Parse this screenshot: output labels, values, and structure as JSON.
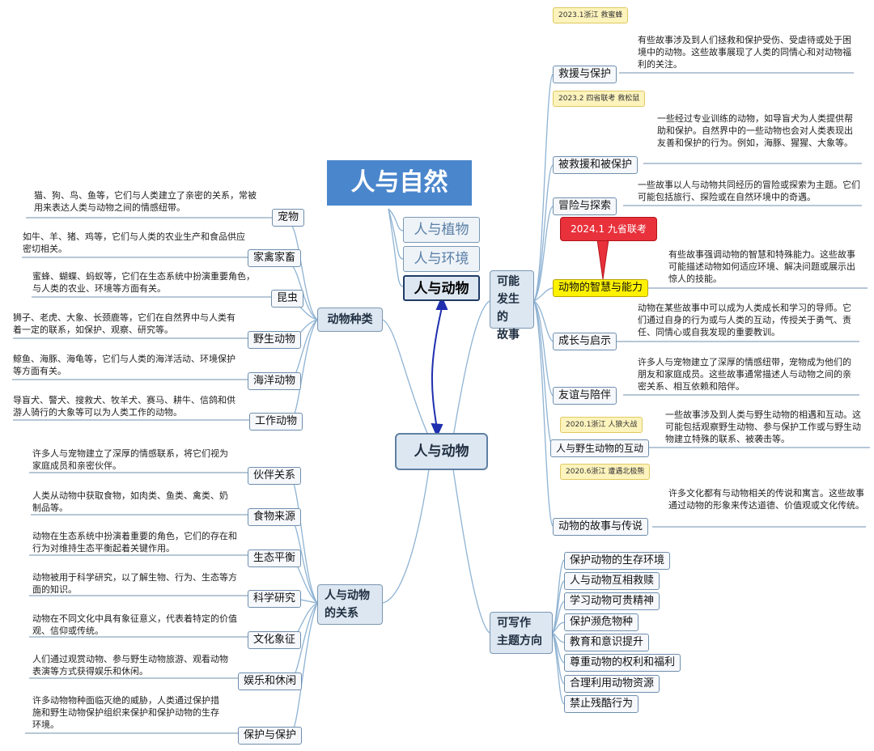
{
  "header": {
    "title": "人与自然",
    "sub1": "人与植物",
    "sub2": "人与环境",
    "sub3": "人与动物"
  },
  "center": {
    "label": "人与动物"
  },
  "branches": {
    "species": "动物种类",
    "relation": "人与动物\n的关系",
    "stories": "可能\n发生的\n故事",
    "themes": "可写作\n主题方向"
  },
  "species": [
    {
      "label": "宠物",
      "desc": "猫、狗、鸟、鱼等，它们与人类建立了亲密的关系，常被用来表达人类与动物之间的情感纽带。"
    },
    {
      "label": "家禽家畜",
      "desc": "如牛、羊、猪、鸡等，它们与人类的农业生产和食品供应密切相关。"
    },
    {
      "label": "昆虫",
      "desc": "蜜蜂、蝴蝶、蚂蚁等，它们在生态系统中扮演重要角色，与人类的农业、环境等方面有关。"
    },
    {
      "label": "野生动物",
      "desc": "狮子、老虎、大象、长颈鹿等，它们在自然界中与人类有着一定的联系，如保护、观察、研究等。"
    },
    {
      "label": "海洋动物",
      "desc": "鲸鱼、海豚、海龟等，它们与人类的海洋活动、环境保护等方面有关。"
    },
    {
      "label": "工作动物",
      "desc": "导盲犬、警犬、搜救犬、牧羊犬、赛马、耕牛、信鸽和供游人骑行的大象等可以为人类工作的动物。"
    }
  ],
  "relations": [
    {
      "label": "伙伴关系",
      "desc": "许多人与宠物建立了深厚的情感联系，将它们视为家庭成员和亲密伙伴。"
    },
    {
      "label": "食物来源",
      "desc": "人类从动物中获取食物，如肉类、鱼类、禽类、奶制品等。"
    },
    {
      "label": "生态平衡",
      "desc": "动物在生态系统中扮演着重要的角色，它们的存在和行为对维持生态平衡起着关键作用。"
    },
    {
      "label": "科学研究",
      "desc": "动物被用于科学研究，以了解生物、行为、生态等方面的知识。"
    },
    {
      "label": "文化象征",
      "desc": "动物在不同文化中具有象征意义，代表着特定的价值观、信仰或传统。"
    },
    {
      "label": "娱乐和休闲",
      "desc": "人们通过观赏动物、参与野生动物旅游、观看动物表演等方式获得娱乐和休闲。"
    },
    {
      "label": "保护与保护",
      "desc": "许多动物物种面临灭绝的威胁，人类通过保护措施和野生动物保护组织来保护和保护动物的生存环境。"
    }
  ],
  "stories": [
    {
      "label": "救援与保护",
      "desc": "有些故事涉及到人们拯救和保护受伤、受虐待或处于困境中的动物。这些故事展现了人类的同情心和对动物福利的关注。"
    },
    {
      "label": "被救援和被保护",
      "desc": "一些经过专业训练的动物，如导盲犬为人类提供帮助和保护。自然界中的一些动物也会对人类表现出友善和保护的行为。例如，海豚、猩猩、大象等。"
    },
    {
      "label": "冒险与探索",
      "desc": "一些故事以人与动物共同经历的冒险或探索为主题。它们可能包括旅行、探险或在自然环境中的奇遇。"
    },
    {
      "label": "动物的智慧与能力",
      "desc": "有些故事强调动物的智慧和特殊能力。这些故事可能描述动物如何适应环境、解决问题或展示出惊人的技能。"
    },
    {
      "label": "成长与启示",
      "desc": "动物在某些故事中可以成为人类成长和学习的导师。它们通过自身的行为或与人类的互动，传授关于勇气、责任、同情心或自我发现的重要教训。"
    },
    {
      "label": "友谊与陪伴",
      "desc": "许多人与宠物建立了深厚的情感纽带，宠物成为他们的朋友和家庭成员。这些故事通常描述人与动物之间的亲密关系、相互依赖和陪伴。"
    },
    {
      "label": "人与野生动物的互动",
      "desc": "一些故事涉及到人类与野生动物的相遇和互动。这可能包括观察野生动物、参与保护工作或与野生动物建立特殊的联系、被袭击等。"
    },
    {
      "label": "动物的故事与传说",
      "desc": "许多文化都有与动物相关的传说和寓言。这些故事通过动物的形象来传达道德、价值观或文化传统。"
    }
  ],
  "exam_tags": {
    "t1": "2023.1浙江 救蜜蜂",
    "t2": "2023.2 四省联考 救松鼠",
    "t3": "2024.1 九省联考",
    "t4": "2020.1浙江 人狼大战",
    "t5": "2020.6浙江 遭遇北极熊"
  },
  "themes": [
    "保护动物的生存环境",
    "人与动物互相救赎",
    "学习动物可贵精神",
    "保护濒危物种",
    "教育和意识提升",
    "尊重动物的权利和福利",
    "合理利用动物资源",
    "禁止残酷行为"
  ],
  "colors": {
    "title_bg": "#4a86cc",
    "highlight": "#fff200",
    "callout": "#e8313b",
    "arrow": "#1f2fae",
    "line": "#8fb3d3"
  }
}
